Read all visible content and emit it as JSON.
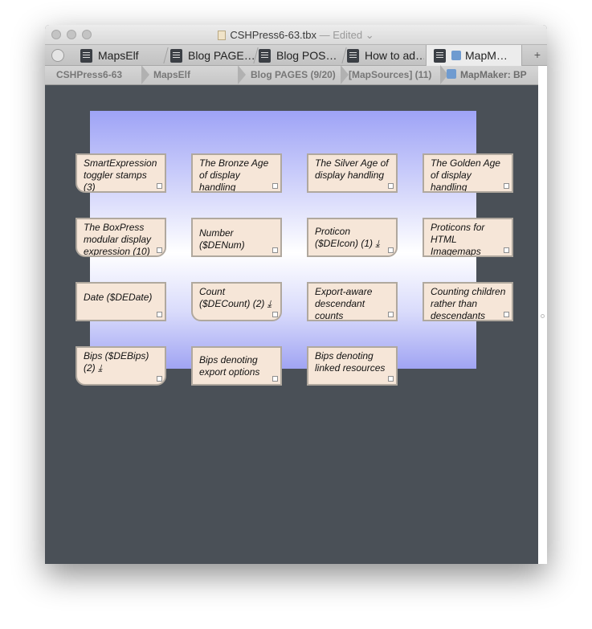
{
  "window": {
    "title": "CSHPress6-63.tbx",
    "edited": "— Edited ⌄"
  },
  "tabs": [
    {
      "label": "MapsElf",
      "icon": "outline-icon"
    },
    {
      "label": "Blog PAGE…",
      "icon": "outline-icon"
    },
    {
      "label": "Blog POS…",
      "icon": "outline-icon"
    },
    {
      "label": "How to ad…",
      "icon": "outline-icon"
    },
    {
      "label": "MapM…",
      "icon": "map-icon",
      "active": true
    }
  ],
  "tab_add_label": "+",
  "breadcrumbs": [
    "CSHPress6-63",
    "MapsElf",
    "Blog PAGES (9/20)",
    "[MapSources] (11)",
    "MapMaker: BP"
  ],
  "notes": [
    {
      "text": "SmartExpression toggler stamps (3)",
      "stamp": true
    },
    {
      "text": "The Bronze Age of display handling"
    },
    {
      "text": "The Silver Age of display handling"
    },
    {
      "text": "The Golden Age of display handling"
    },
    {
      "text": "The BoxPress modular display expression (10)"
    },
    {
      "text": "Number ($DENum)"
    },
    {
      "text": "Proticon ($DEIcon) (1) ⤓"
    },
    {
      "text": "Proticons for HTML Imagemaps"
    },
    {
      "text": "Date ($DEDate)"
    },
    {
      "text": "Count ($DECount) (2) ⤓"
    },
    {
      "text": "Export-aware descendant counts"
    },
    {
      "text": "Counting children rather than descendants"
    },
    {
      "text": "Bips ($DEBips) (2) ⤓"
    },
    {
      "text": "Bips denoting export options"
    },
    {
      "text": "Bips denoting linked resources"
    }
  ],
  "colors": {
    "canvas": "#4a5057",
    "note_fill": "#f6e6d8",
    "adornment_edge": "#9ea3f6"
  }
}
